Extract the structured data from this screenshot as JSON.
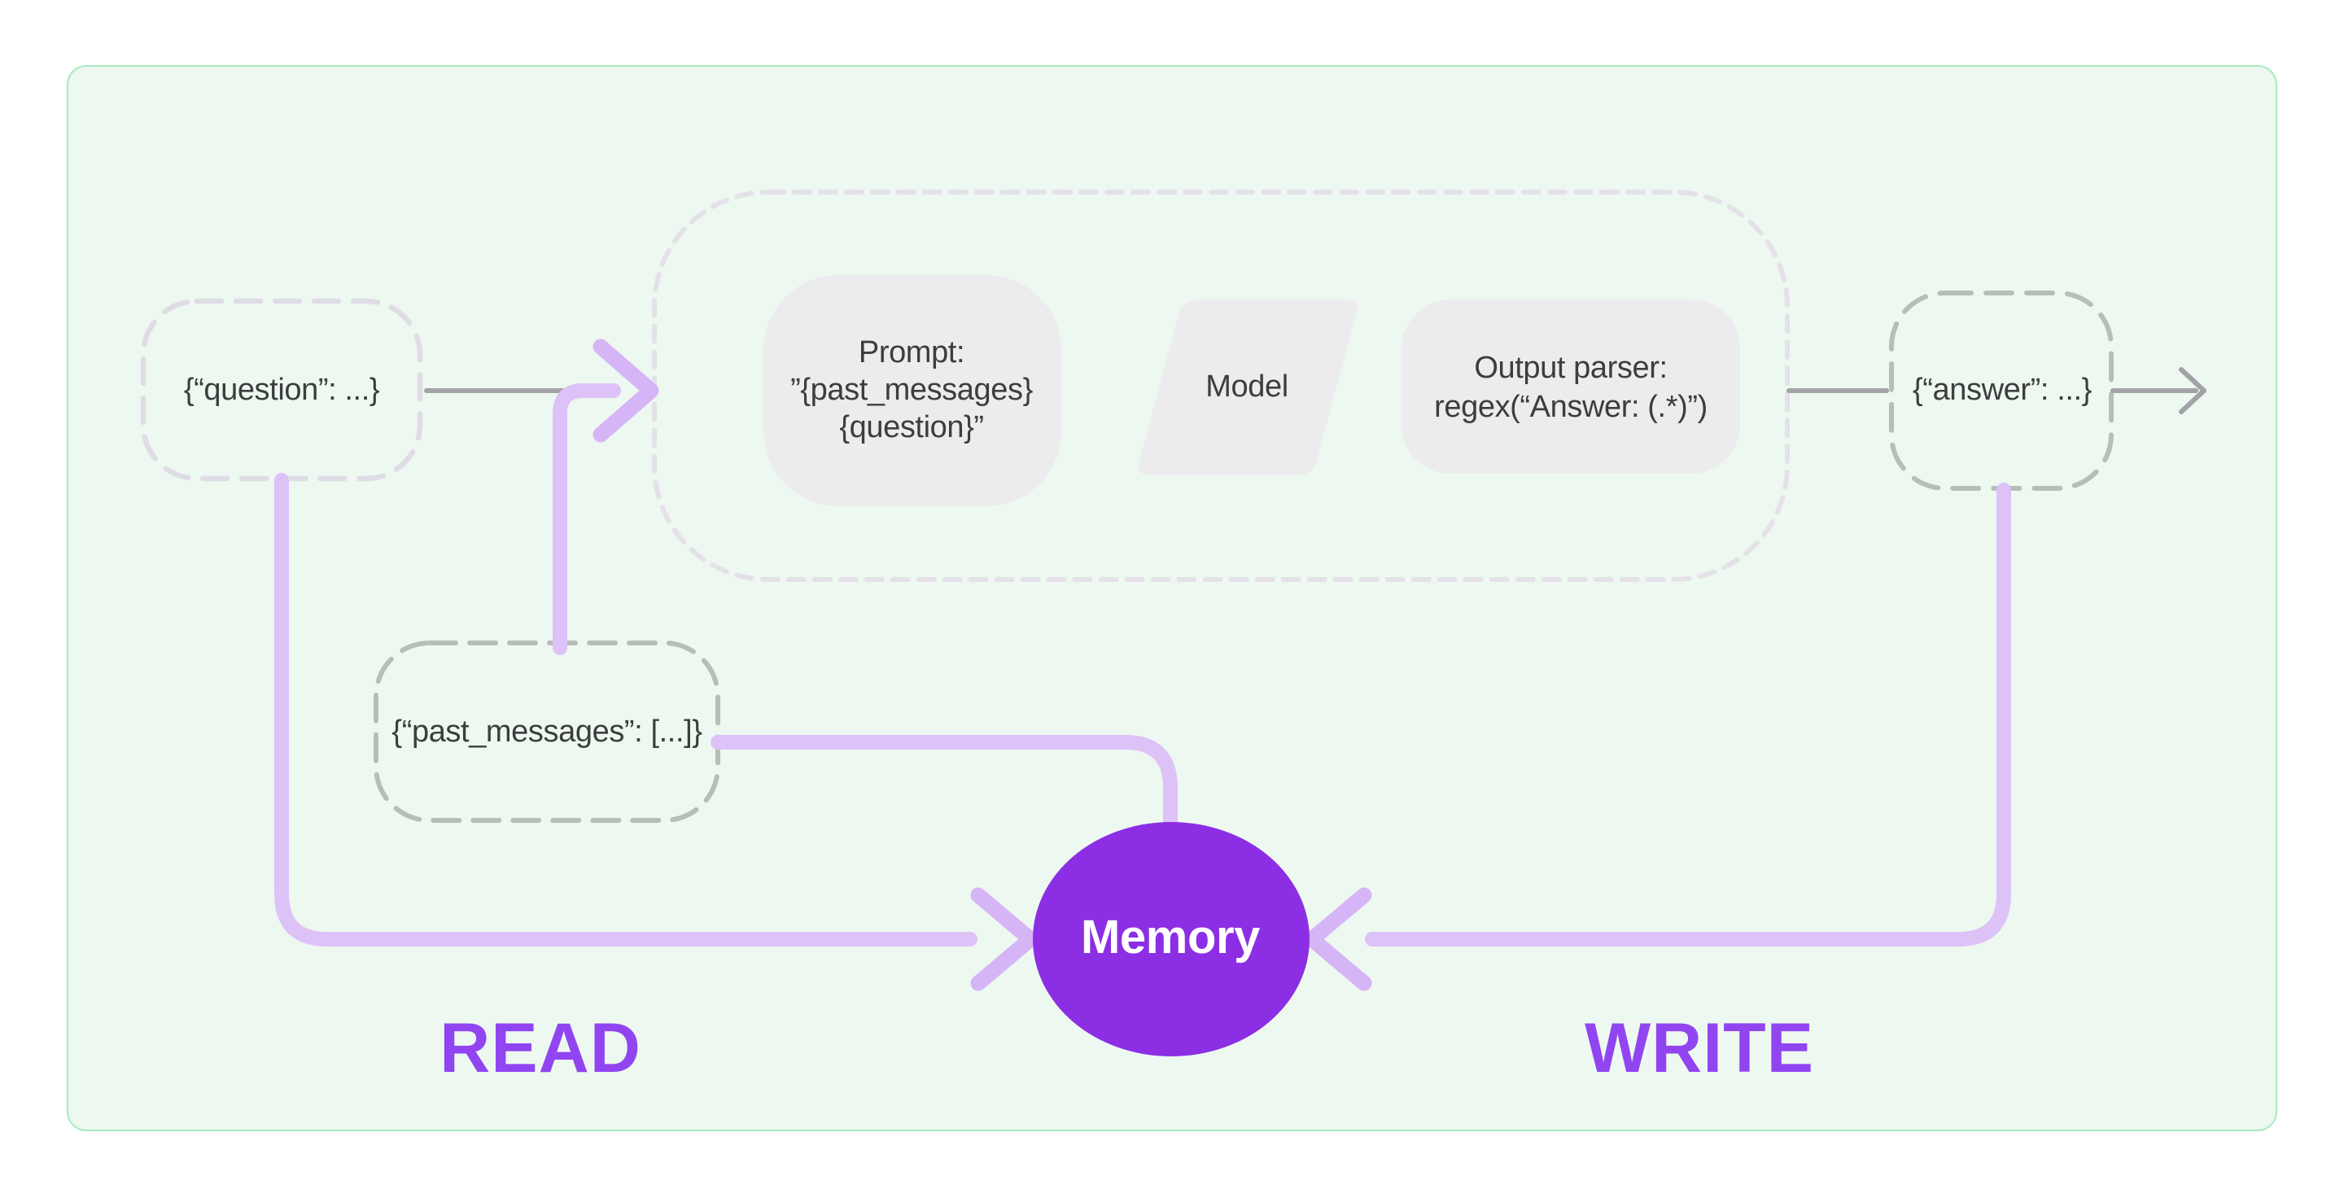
{
  "nodes": {
    "question": {
      "label": "{“question”: ...}"
    },
    "past_messages": {
      "label": "{“past_messages”: [...]}"
    },
    "answer": {
      "label": "{“answer”: ...}"
    },
    "prompt": {
      "lines": [
        "Prompt:",
        "”{past_messages}",
        "{question}”"
      ]
    },
    "model": {
      "label": "Model"
    },
    "output_parser": {
      "lines": [
        "Output parser:",
        "regex(“Answer: (.*)”)"
      ]
    },
    "memory": {
      "label": "Memory"
    }
  },
  "annotations": {
    "read_label": "READ",
    "write_label": "WRITE"
  },
  "colors": {
    "canvas_background": "#ffffff",
    "frame_fill": "#edf8f0",
    "frame_border": "#a8ebc1",
    "chain_dash": "#e4e1e9",
    "io_dash_light": "#dfdce5",
    "io_dash_gray": "#b7bdb8",
    "node_fill": "#ececee",
    "node_text": "#3b3e3d",
    "gray_arrow": "#a3a3a7",
    "purple_line": "#ddc2f8",
    "purple_arrowhead": "#d6b5f6",
    "memory_fill": "#8c2fe4",
    "memory_text": "#ffffff",
    "read_write_text": "#9145f1"
  }
}
